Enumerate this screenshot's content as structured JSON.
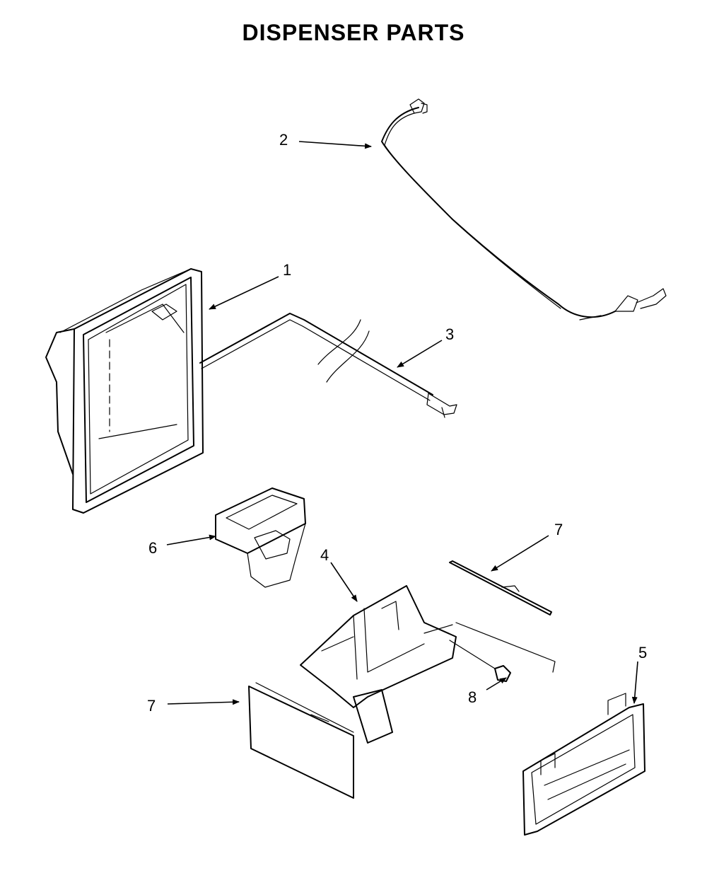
{
  "title": "DISPENSER PARTS",
  "parts": [
    {
      "label": "1",
      "part": "dispenser-housing"
    },
    {
      "label": "2",
      "part": "wire-harness"
    },
    {
      "label": "3",
      "part": "water-tube"
    },
    {
      "label": "6",
      "part": "ice-chute"
    },
    {
      "label": "4",
      "part": "lever-bracket-assembly"
    },
    {
      "label": "7",
      "part": "trim-strip-upper"
    },
    {
      "label": "5",
      "part": "control-panel"
    },
    {
      "label": "8",
      "part": "screw"
    },
    {
      "label": "7",
      "part": "trim-panel-lower"
    }
  ]
}
